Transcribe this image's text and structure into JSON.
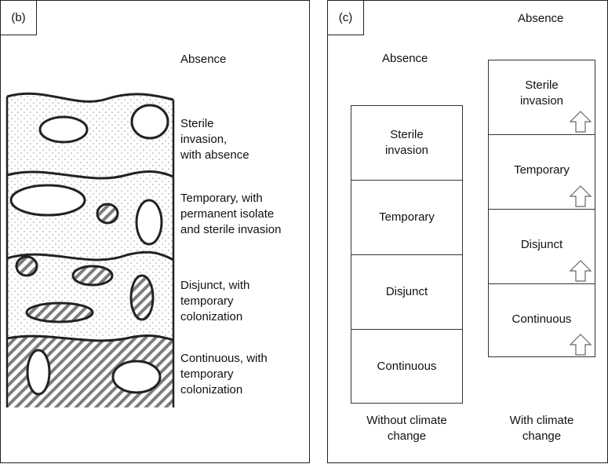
{
  "panel_b": {
    "tag": "(b)",
    "absence": "Absence",
    "zones": [
      {
        "label": "Sterile invasion, with absence",
        "lines": [
          "Sterile",
          "invasion,",
          "with absence"
        ]
      },
      {
        "label": "Temporary, with permanent isolate and sterile invasion",
        "lines": [
          "Temporary, with",
          "permanent isolate",
          "and sterile invasion"
        ]
      },
      {
        "label": "Disjunct, with temporary colonization",
        "lines": [
          "Disjunct, with",
          "temporary",
          "colonization"
        ]
      },
      {
        "label": "Continuous, with temporary colonization",
        "lines": [
          "Continuous, with",
          "temporary",
          "colonization"
        ]
      }
    ]
  },
  "panel_c": {
    "tag": "(c)",
    "absence_left": "Absence",
    "absence_right": "Absence",
    "without": {
      "boxes": [
        {
          "lines": [
            "Sterile",
            "invasion"
          ]
        },
        {
          "lines": [
            "Temporary"
          ]
        },
        {
          "lines": [
            "Disjunct"
          ]
        },
        {
          "lines": [
            "Continuous"
          ]
        }
      ],
      "caption_lines": [
        "Without climate",
        "change"
      ]
    },
    "with": {
      "boxes": [
        {
          "lines": [
            "Sterile",
            "invasion"
          ]
        },
        {
          "lines": [
            "Temporary"
          ]
        },
        {
          "lines": [
            "Disjunct"
          ]
        },
        {
          "lines": [
            "Continuous"
          ]
        }
      ],
      "caption_lines": [
        "With climate",
        "change"
      ],
      "arrow_icon": "up-arrow-outline-icon"
    }
  }
}
